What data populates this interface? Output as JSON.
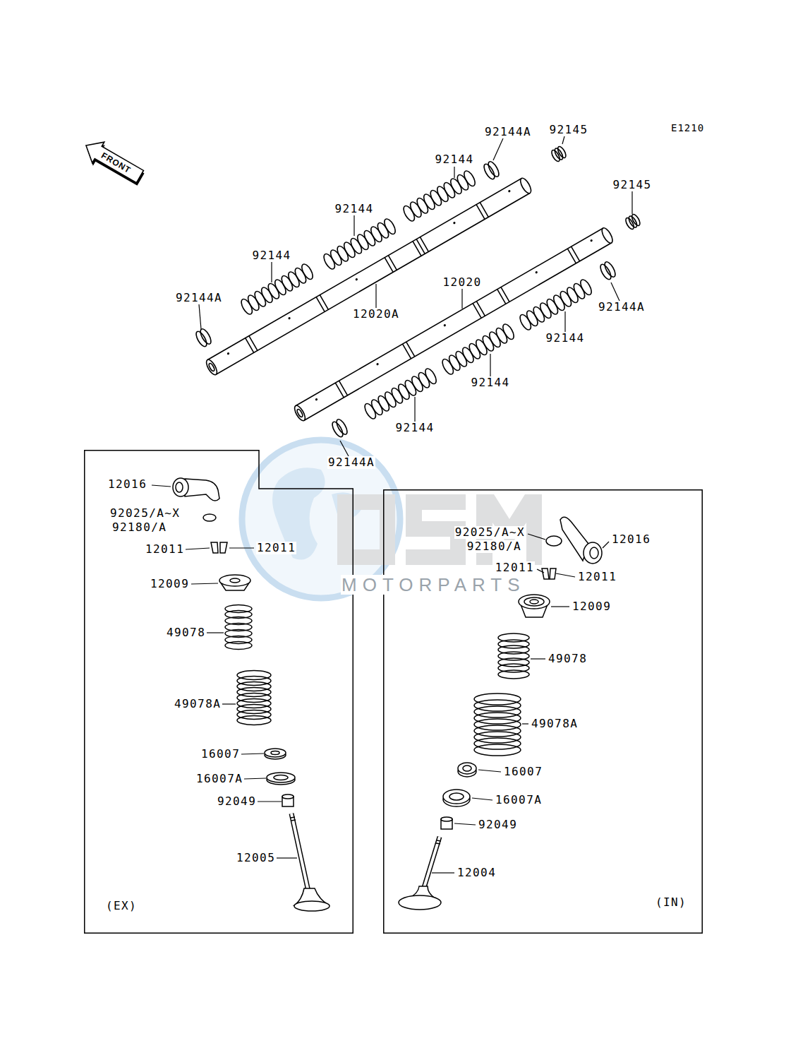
{
  "diagram": {
    "nodes": [
      {
        "text": [
          "FRONT"
        ]
      },
      {
        "text": [
          "(EX)"
        ]
      },
      {
        "text": [
          "(IN)"
        ]
      }
    ],
    "labels": [
      "E1210",
      "92144A",
      "92145",
      "92144",
      "92145",
      "92144",
      "92144",
      "92144A",
      "12020A",
      "12020",
      "92144A",
      "92144",
      "92144",
      "92144",
      "92144A",
      "12016",
      "92025/A~X",
      "92180/A",
      "12011",
      "12011",
      "12009",
      "49078",
      "49078A",
      "16007",
      "16007A",
      "92049",
      "12005",
      "92025/A~X",
      "92180/A",
      "12016",
      "12011",
      "12011",
      "12009",
      "49078",
      "49078A",
      "16007",
      "16007A",
      "92049",
      "12004",
      "MOTORPARTS"
    ]
  }
}
